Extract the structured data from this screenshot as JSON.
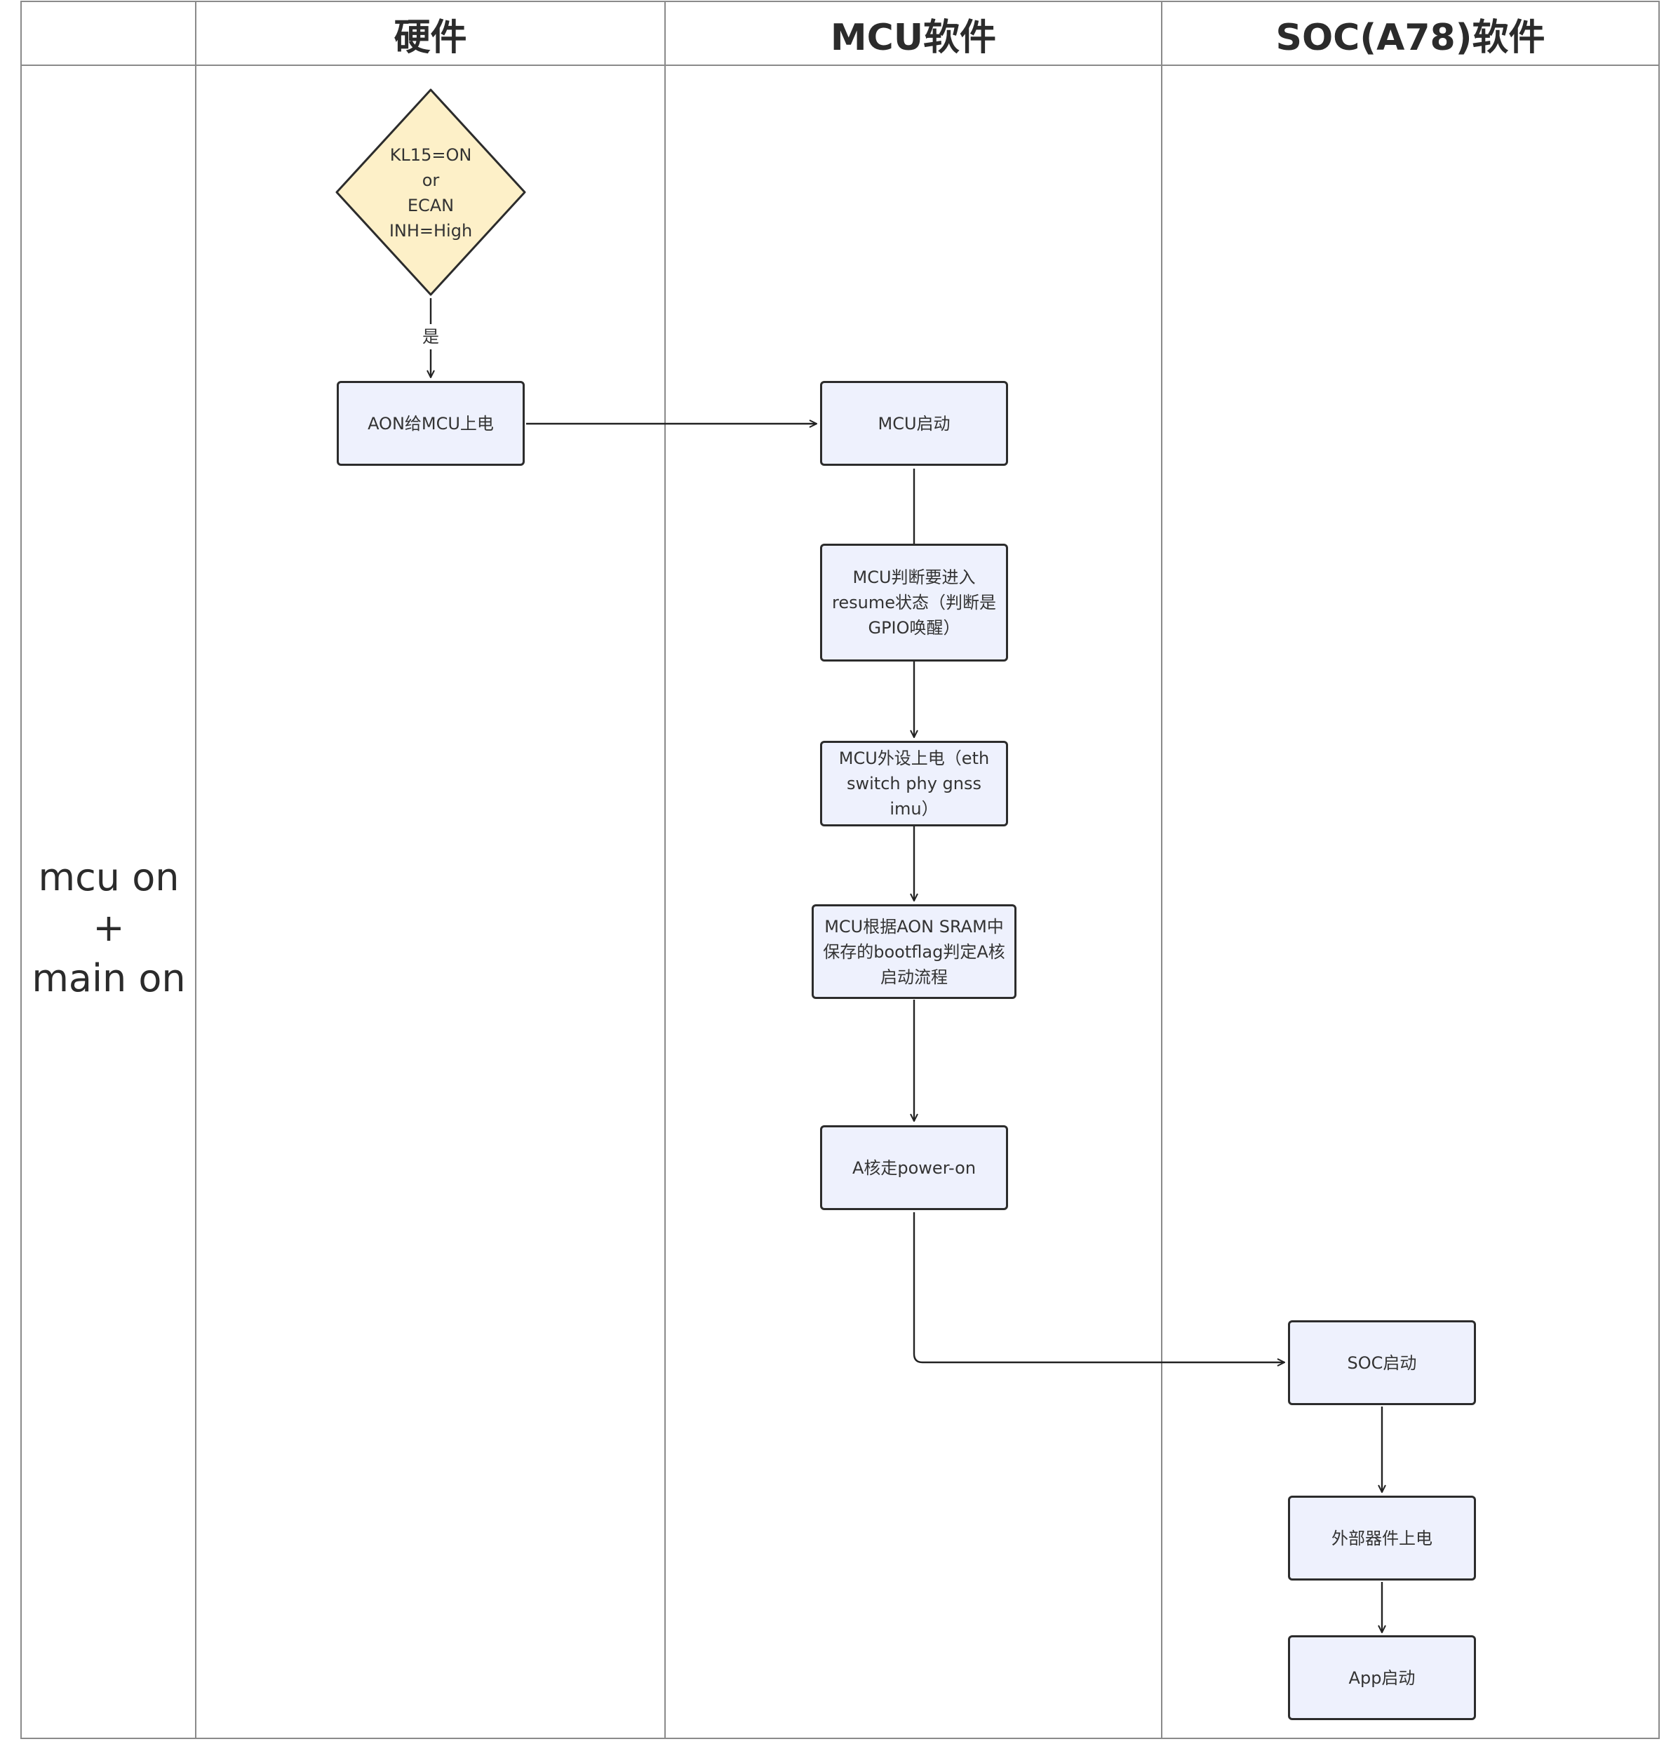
{
  "lanes": {
    "hardware": "硬件",
    "mcu": "MCU软件",
    "soc": "SOC(A78)软件"
  },
  "row_label": "mcu on +\nmain on",
  "nodes": {
    "decision": "KL15=ON\nor\nECAN\nINH=High",
    "aon_power": "AON给MCU上电",
    "mcu_start": "MCU启动",
    "mcu_resume": "MCU判断要进入resume状态（判断是GPIO唤醒）",
    "mcu_peripheral": "MCU外设上电（eth switch phy  gnss imu）",
    "mcu_bootflag": "MCU根据AON SRAM中保存的bootflag判定A核启动流程",
    "a_core": "A核走power-on",
    "soc_start": "SOC启动",
    "ext_power": "外部器件上电",
    "app_start": "App启动"
  },
  "edge_labels": {
    "yes": "是"
  },
  "colors": {
    "decision_fill": "#fdf0c8",
    "process_fill": "#eef1fd",
    "border": "#2c2c2c",
    "grid_line": "#8a8a8a"
  }
}
